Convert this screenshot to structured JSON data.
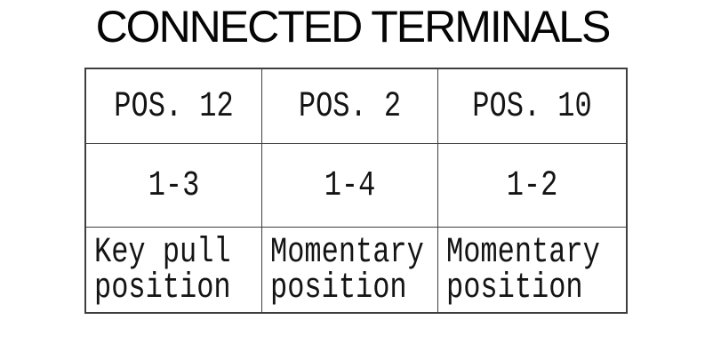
{
  "title": "CONNECTED TERMINALS",
  "table": {
    "rows": [
      {
        "cells": [
          "POS. 12",
          "POS. 2",
          "POS. 10"
        ]
      },
      {
        "cells": [
          "1-3",
          "1-4",
          "1-2"
        ]
      },
      {
        "cells": [
          "Key pull position",
          "Momentary position",
          "Momentary position"
        ]
      }
    ]
  },
  "colors": {
    "border": "#3e3e3e",
    "cell_text": "#141414",
    "title_text": "#050505",
    "background": "#ffffff"
  }
}
